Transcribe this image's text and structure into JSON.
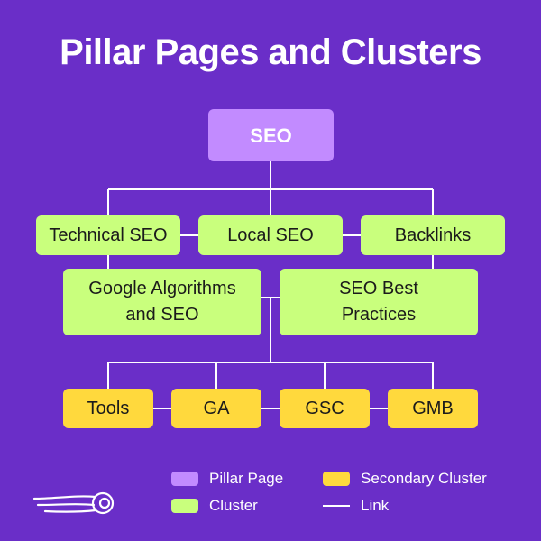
{
  "title": "Pillar Pages and Clusters",
  "nodes": {
    "seo": "SEO",
    "technical_seo": "Technical SEO",
    "local_seo": "Local SEO",
    "backlinks": "Backlinks",
    "google_algorithms_line1": "Google Algorithms",
    "google_algorithms_line2": "and SEO",
    "seo_best_practices_line1": "SEO Best",
    "seo_best_practices_line2": "Practices",
    "tools": "Tools",
    "ga": "GA",
    "gsc": "GSC",
    "gmb": "GMB"
  },
  "legend": {
    "pillar_page": "Pillar Page",
    "cluster": "Cluster",
    "secondary_cluster": "Secondary Cluster",
    "link": "Link"
  },
  "colors": {
    "background": "#6a2ec8",
    "pillar": "#c28bff",
    "cluster": "#c9ff7d",
    "secondary_cluster": "#ffd93d",
    "link": "#ffffff"
  },
  "icons": {
    "logo": "semrush-comet-logo"
  }
}
